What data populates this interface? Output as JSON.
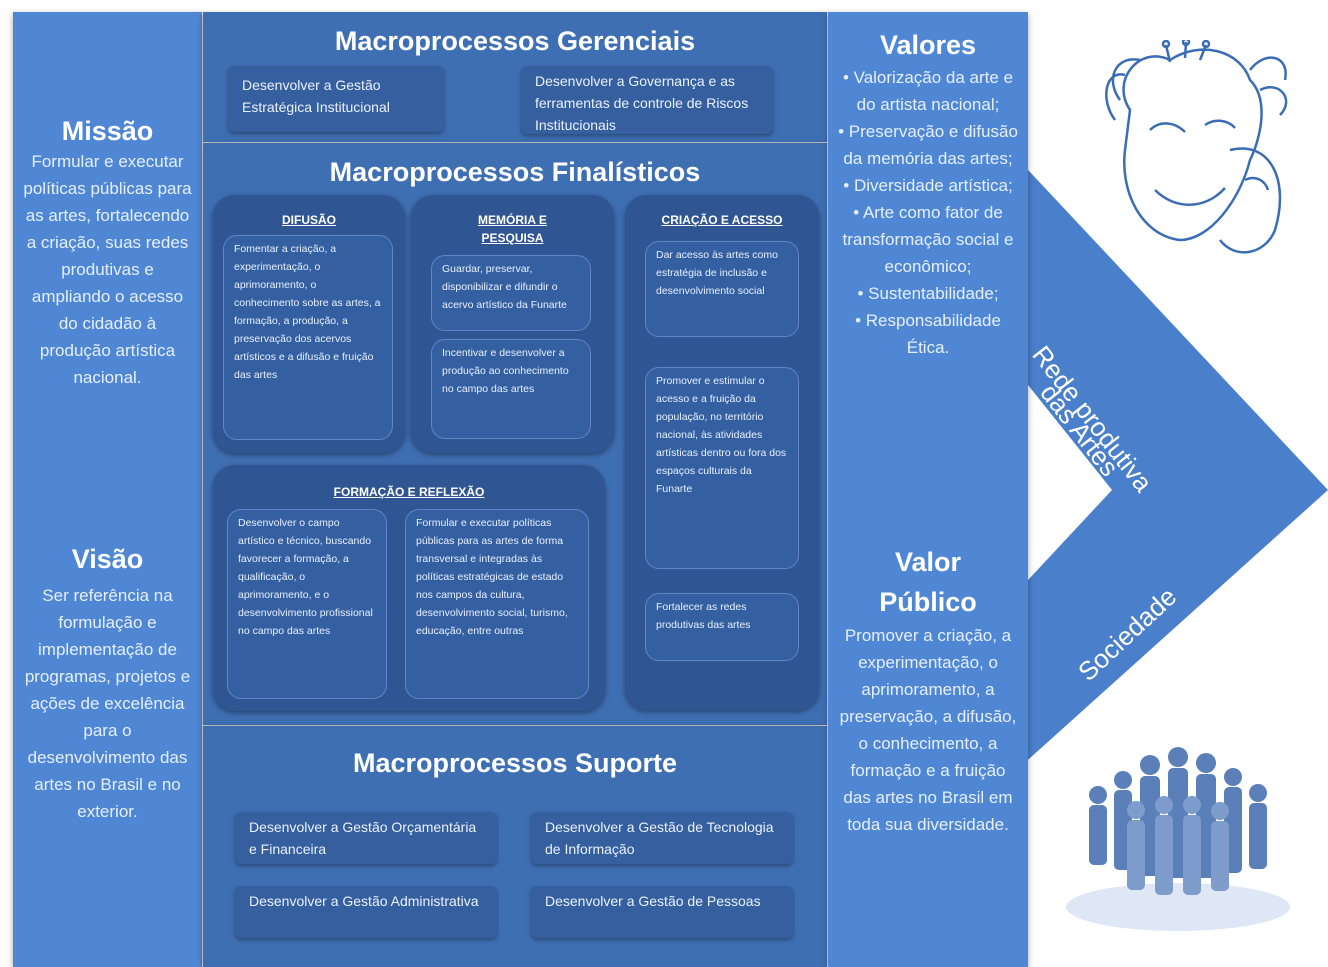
{
  "missao": {
    "title": "Missão",
    "text": "Formular e executar políticas públicas para as artes, fortalecendo a criação, suas redes produtivas e ampliando o acesso do cidadão à produção artística nacional."
  },
  "visao": {
    "title": "Visão",
    "text": "Ser referência na formulação e implementação de programas, projetos e ações de excelência para o desenvolvimento das artes no Brasil e no exterior."
  },
  "gerenciais": {
    "title": "Macroprocessos Gerenciais",
    "boxes": [
      "Desenvolver a Gestão Estratégica Institucional",
      "Desenvolver a Governança e as ferramentas de controle de Riscos Institucionais"
    ]
  },
  "finalisticos": {
    "title": "Macroprocessos Finalísticos",
    "difusao": {
      "title": "DIFUSÃO",
      "items": [
        "Fomentar a criação, a experimentação, o aprimoramento, o conhecimento sobre as artes, a formação, a produção, a preservação dos acervos artísticos e a difusão e fruição das artes"
      ]
    },
    "memoria": {
      "title": "MEMÓRIA E PESQUISA",
      "items": [
        "Guardar, preservar, disponibilizar e difundir o acervo artístico da Funarte",
        "Incentivar e desenvolver a produção ao conhecimento no campo das artes"
      ]
    },
    "criacao": {
      "title": "CRIAÇÃO E ACESSO",
      "items": [
        "Dar acesso às artes como estratégia de inclusão e desenvolvimento social",
        "Promover e estimular o acesso e a fruição da população, no território nacional, às atividades artísticas dentro ou fora dos espaços culturais da Funarte",
        "Fortalecer as redes produtivas das artes"
      ]
    },
    "formacao": {
      "title": "FORMAÇÃO E REFLEXÃO",
      "items": [
        "Desenvolver o campo artístico e técnico, buscando favorecer a formação, a qualificação, o aprimoramento, e o desenvolvimento profissional no campo das artes",
        "Formular e executar políticas públicas para as artes de forma transversal e integradas às políticas estratégicas de estado nos campos da cultura, desenvolvimento social, turismo, educação, entre outras"
      ]
    }
  },
  "suporte": {
    "title": "Macroprocessos Suporte",
    "boxes": [
      "Desenvolver a Gestão Orçamentária e Financeira",
      "Desenvolver a Gestão de Tecnologia de Informação",
      "Desenvolver a Gestão Administrativa",
      "Desenvolver a Gestão de Pessoas"
    ]
  },
  "valores": {
    "title": "Valores",
    "items": [
      "• Valorização da arte e do artista nacional;",
      "• Preservação e difusão da memória das artes;",
      "• Diversidade artística;",
      "• Arte como fator de transformação social e econômico;",
      "• Sustentabilidade;",
      "• Responsabilidade Ética."
    ]
  },
  "valor_publico": {
    "title": "Valor Público",
    "text": "Promover a criação, a experimentação, o aprimoramento, a preservação, a difusão, o conhecimento, a formação e a fruição das artes no Brasil em toda sua diversidade."
  },
  "arrow": {
    "upper_line1": "Rede produtiva",
    "upper_line2": "das Artes",
    "lower": "Sociedade"
  },
  "colors": {
    "column": "#4f87d4",
    "center": "#3f6fb3",
    "group": "#2f5592",
    "arrow": "#4a7fcc"
  }
}
